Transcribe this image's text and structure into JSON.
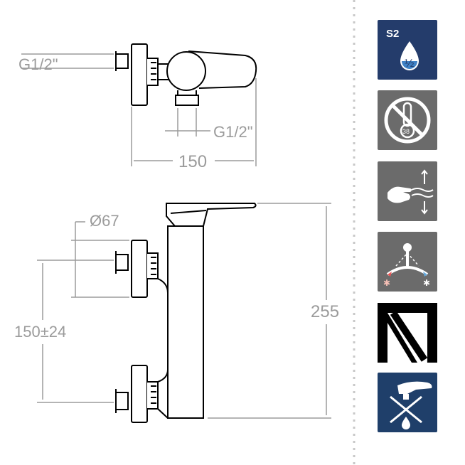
{
  "drawing": {
    "top_view": {
      "inlet_thread": "G1/2\"",
      "outlet_thread": "G1/2\"",
      "width": "150"
    },
    "front_view": {
      "diameter": "Ø67",
      "centers": "150±24",
      "height": "255"
    }
  },
  "features": [
    {
      "icon": "s2-half-flow-icon",
      "badge": "S2",
      "fraction": "½",
      "color": "#243c6b"
    },
    {
      "icon": "no-thermostat-icon",
      "value": "38",
      "color": "#6b6b6b"
    },
    {
      "icon": "hand-sensor-icon",
      "color": "#6b6b6b"
    },
    {
      "icon": "hot-cold-spray-icon",
      "color": "#6b6b6b"
    },
    {
      "icon": "brand-logo-icon",
      "color": "#000000"
    },
    {
      "icon": "no-drip-icon",
      "color": "#1f3f6a"
    }
  ],
  "colors": {
    "line": "#000000",
    "dimension": "#9b9b9b",
    "separator": "#c8c8c8"
  }
}
